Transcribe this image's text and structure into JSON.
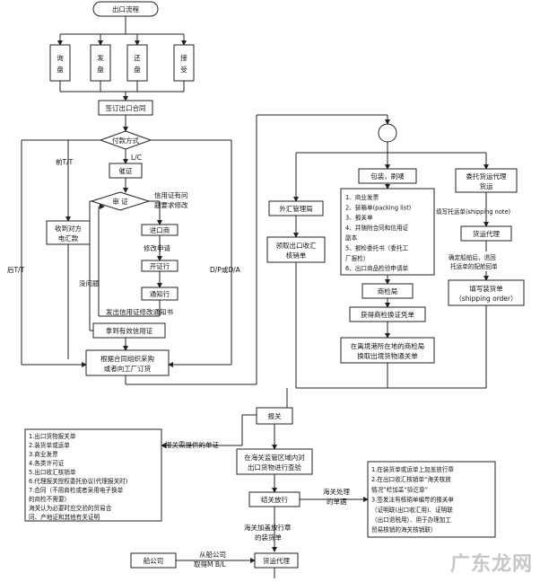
{
  "nodes": {
    "start": "出口流程",
    "xunpan": "询盘",
    "fapan": "发盘",
    "huanpan": "还盘",
    "jieshou": "接受",
    "sign": "签订出口合同",
    "pay": "付款方式",
    "front_tt": "前T/T",
    "lc": "L/C",
    "receive": [
      "收到对方",
      "电汇款"
    ],
    "urge": "催证",
    "review": "审 证",
    "issue_note": [
      "信用证有问",
      "题要求修改"
    ],
    "importer": "进口商",
    "modify_apply": "修改申请",
    "issuing_bank": "开证行",
    "advising_bank": "通知行",
    "no_problem": "没问题",
    "send_notice": "发出信用证修改通知书",
    "valid_lc": "拿到有效信用证",
    "back_tt": "后T/T",
    "dpda": "D/P或D/A",
    "organize": [
      "根据合同组织采购",
      "或者向工厂订货"
    ],
    "pack": "包装，刷唛",
    "fx_bureau": "外汇管理局",
    "get_verif": [
      "领取出口收汇",
      "核销单"
    ],
    "docs": [
      "1、商业发票",
      "2、装箱单(packing list)",
      "3、报关单",
      "4、并随附合同和信用证",
      "副本",
      "5、报检委托书（委托工",
      "厂报检）",
      "6、出口商品检验申请单"
    ],
    "inspection": "商检局",
    "inspect_cert": "获得商检换证凭单",
    "port_exchange": [
      "在离境港所在地的商检局",
      "换取出境货物通关单"
    ],
    "agent_entrust": [
      "委托货运代理",
      "货运"
    ],
    "fill_note": "填写托运单(shipping note)",
    "freight_agent": "货运代理",
    "confirm": [
      "确定船舶后，退回",
      "托运单的配舱回单"
    ],
    "fill_order": [
      "填写装货单",
      "（shipping order）"
    ],
    "customs": "报关",
    "customs_docs_label": "报关需提供的单证",
    "customs_docs": [
      "1.出口货物报关单",
      "2.装货单或运单",
      "3.商业发票",
      "4.各类许可证",
      "5.出口收汇核销单",
      "6.代理报关授权委托协议(代理报关时)",
      "7.合同（不用商检或者采用电子换单",
      "的商检不需要）",
      "海关认为必要时应交验的贸易合",
      "同、产地证和其他有关证明"
    ],
    "inspect_goods": [
      "在海关监管区域内对",
      "出口货物进行查验"
    ],
    "release": "结关放行",
    "customs_handle": [
      "海关处理",
      "的单据"
    ],
    "handle_docs": [
      "1.在装货单或运单上加盖放行章",
      "2.在出口收汇核销单“海关核放",
      "情况”栏加盖“验讫章”",
      "3.签发注有核销单编号的报关单",
      "（证明联(出口收汇用)、证明联",
      "（出口退税用）、用于办理加工",
      "贸易核销的海关核销联）"
    ],
    "stamp_order": [
      "海关加盖放行章",
      "的装货单"
    ],
    "shipping_co": "船公司",
    "from_ship": [
      "从船公司",
      "取得M B/L"
    ],
    "agent_bottom": "货运代理"
  },
  "watermark": "广东龙网"
}
